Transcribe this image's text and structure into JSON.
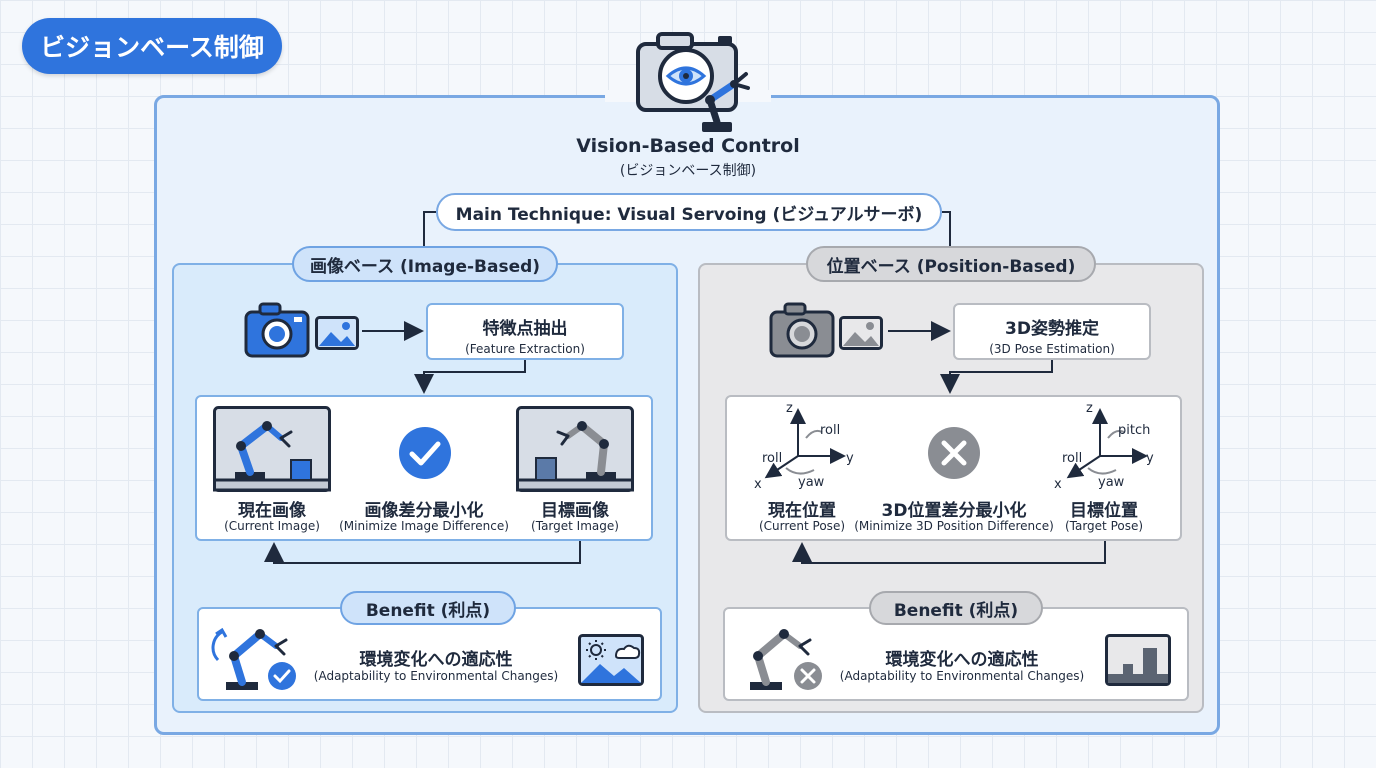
{
  "badge": "ビジョンベース制御",
  "header": {
    "title": "Vision-Based Control",
    "subtitle": "(ビジョンベース制御)",
    "technique": "Main Technique: Visual Servoing (ビジュアルサーボ)"
  },
  "image_based": {
    "tag": "画像ベース (Image-Based)",
    "step_jp": "特徴点抽出",
    "step_en": "(Feature Extraction)",
    "current_jp": "現在画像",
    "current_en": "(Current Image)",
    "diff_jp": "画像差分最小化",
    "diff_en": "(Minimize Image Difference)",
    "target_jp": "目標画像",
    "target_en": "(Target Image)",
    "benefit_tag": "Benefit (利点)",
    "benefit_jp": "環境変化への適応性",
    "benefit_en": "(Adaptability to Environmental Changes)",
    "status": "check"
  },
  "position_based": {
    "tag": "位置ベース (Position-Based)",
    "step_jp": "3D姿勢推定",
    "step_en": "(3D Pose Estimation)",
    "current_jp": "現在位置",
    "current_en": "(Current Pose)",
    "diff_jp": "3D位置差分最小化",
    "diff_en": "(Minimize 3D Position Difference)",
    "target_jp": "目標位置",
    "target_en": "(Target Pose)",
    "benefit_tag": "Benefit (利点)",
    "benefit_jp": "環境変化への適応性",
    "benefit_en": "(Adaptability to Environmental Changes)",
    "status": "cross",
    "axes_left": {
      "z": "z",
      "y": "y",
      "x": "x",
      "r1": "roll",
      "r2": "roll",
      "r3": "yaw"
    },
    "axes_right": {
      "z": "z",
      "y": "y",
      "x": "x",
      "r1": "pitch",
      "r2": "roll",
      "r3": "yaw"
    }
  },
  "colors": {
    "accent": "#2f74dd",
    "dark": "#1f2a3d",
    "gray": "#8a8d93"
  },
  "icons": [
    "camera-eye-robot-icon",
    "camera-icon",
    "image-icon",
    "robot-arm-icon",
    "check-icon",
    "cross-icon",
    "weather-image-icon",
    "bar-chart-icon",
    "rotate-arrow-icon"
  ]
}
